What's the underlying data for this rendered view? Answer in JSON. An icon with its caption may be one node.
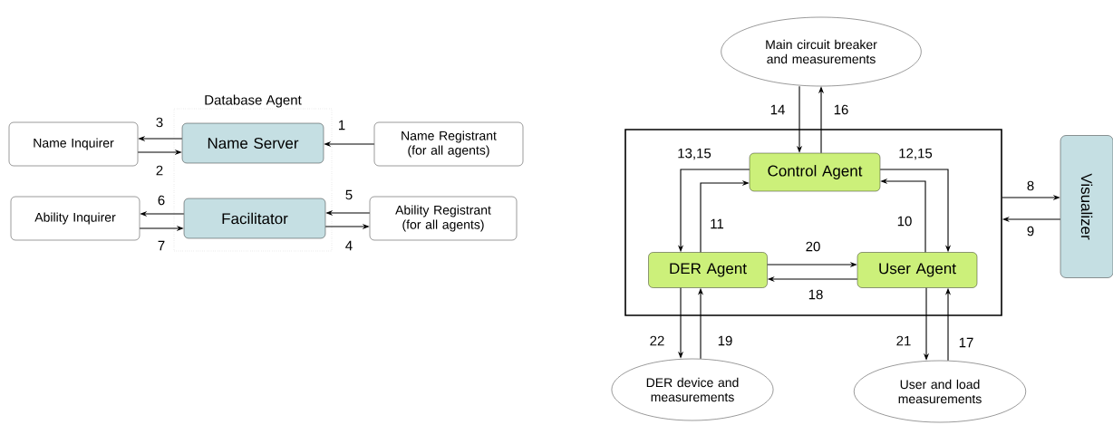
{
  "diagram": {
    "nodes": [
      {
        "text": [
          "Database Agent"
        ]
      },
      {
        "text": [
          "Name Server"
        ],
        "in": 0
      },
      {
        "text": [
          "Facilitator"
        ],
        "in": 0
      },
      {
        "text": [
          "Name Inquirer"
        ]
      },
      {
        "text": [
          "Name Registrant (for all agents)"
        ]
      },
      {
        "text": [
          "Ability Inquirer"
        ]
      },
      {
        "text": [
          "Ability Registrant (for all agents)"
        ]
      },
      {
        "text": [],
        "shape": "box"
      },
      {
        "text": [
          "Control Agent"
        ],
        "in": 7
      },
      {
        "text": [
          "DER Agent"
        ],
        "in": 7
      },
      {
        "text": [
          "User Agent"
        ],
        "in": 7
      },
      {
        "text": [
          "Main circuit breaker and measurements"
        ]
      },
      {
        "text": [
          "Visualizer"
        ]
      },
      {
        "text": [
          "DER device and measurements"
        ]
      },
      {
        "text": [
          "User and load measurements"
        ]
      }
    ],
    "edges": [
      {
        "from": 4,
        "to": 1,
        "arrow": "to",
        "label": "1"
      },
      {
        "from": 3,
        "to": 1,
        "arrow": "to",
        "label": "2"
      },
      {
        "from": 1,
        "to": 3,
        "arrow": "to",
        "label": "3"
      },
      {
        "from": 2,
        "to": 6,
        "arrow": "to",
        "label": "4"
      },
      {
        "from": 6,
        "to": 2,
        "arrow": "to",
        "label": "5"
      },
      {
        "from": 2,
        "to": 5,
        "arrow": "to",
        "label": "6"
      },
      {
        "from": 5,
        "to": 2,
        "arrow": "to",
        "label": "7"
      },
      {
        "from": 7,
        "to": 12,
        "arrow": "to",
        "label": "8"
      },
      {
        "from": 12,
        "to": 7,
        "arrow": "to",
        "label": "9"
      },
      {
        "from": 10,
        "to": 8,
        "arrow": "to",
        "label": "10"
      },
      {
        "from": 9,
        "to": 8,
        "arrow": "to",
        "label": "11"
      },
      {
        "from": 8,
        "to": 10,
        "arrow": "to",
        "label": "12,15"
      },
      {
        "from": 8,
        "to": 9,
        "arrow": "to",
        "label": "13,15"
      },
      {
        "from": 11,
        "to": 8,
        "arrow": "to",
        "label": "14"
      },
      {
        "from": 8,
        "to": 11,
        "arrow": "to",
        "label": "16"
      },
      {
        "from": 14,
        "to": 10,
        "arrow": "to",
        "label": "17"
      },
      {
        "from": 10,
        "to": 9,
        "arrow": "to",
        "label": "18"
      },
      {
        "from": 13,
        "to": 9,
        "arrow": "to",
        "label": "19"
      },
      {
        "from": 9,
        "to": 10,
        "arrow": "to",
        "label": "20"
      },
      {
        "from": 10,
        "to": 14,
        "arrow": "to",
        "label": "21"
      },
      {
        "from": 9,
        "to": 13,
        "arrow": "to",
        "label": "22"
      }
    ]
  }
}
